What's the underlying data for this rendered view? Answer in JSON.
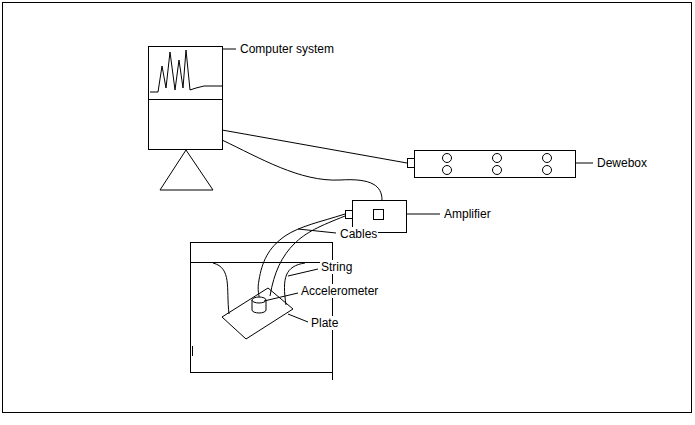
{
  "diagram": {
    "labels": [
      "Computer system",
      "Dewebox",
      "Amplifier",
      "Cables",
      "String",
      "Accelerometer",
      "Plate"
    ]
  }
}
